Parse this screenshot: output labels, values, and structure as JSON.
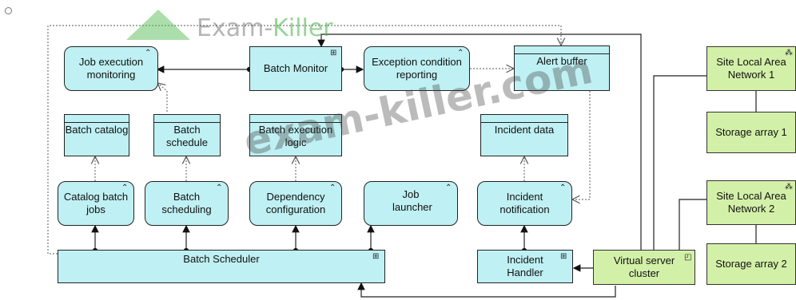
{
  "watermark": {
    "top": "Exam-Killer",
    "top_prefix": "Exam-",
    "top_suffix": "Killer",
    "center": "exam-killer.com"
  },
  "nodes": {
    "job_exec": "Job execution monitoring",
    "batch_monitor": "Batch Monitor",
    "exception": "Exception condition reporting",
    "alert_buffer": "Alert buffer",
    "batch_catalog": "Batch catalog",
    "batch_schedule": "Batch schedule",
    "batch_exec_logic": "Batch execution logic",
    "incident_data": "Incident data",
    "catalog_batch_jobs": "Catalog batch jobs",
    "batch_scheduling": "Batch scheduling",
    "dependency_config": "Dependency configuration",
    "job_launcher": "Job launcher",
    "incident_notification": "Incident notification",
    "batch_scheduler": "Batch Scheduler",
    "incident_handler": "Incident Handler",
    "virtual_server_cluster": "Virtual server cluster",
    "site_lan_1": "Site Local Area Network 1",
    "storage_array_1": "Storage array 1",
    "site_lan_2": "Site Local Area Network 2",
    "storage_array_2": "Storage array 2"
  },
  "colors": {
    "application": "#bff0f3",
    "technology": "#d3f0a8",
    "watermark_green": "#5cbf5c",
    "line": "#222222"
  }
}
